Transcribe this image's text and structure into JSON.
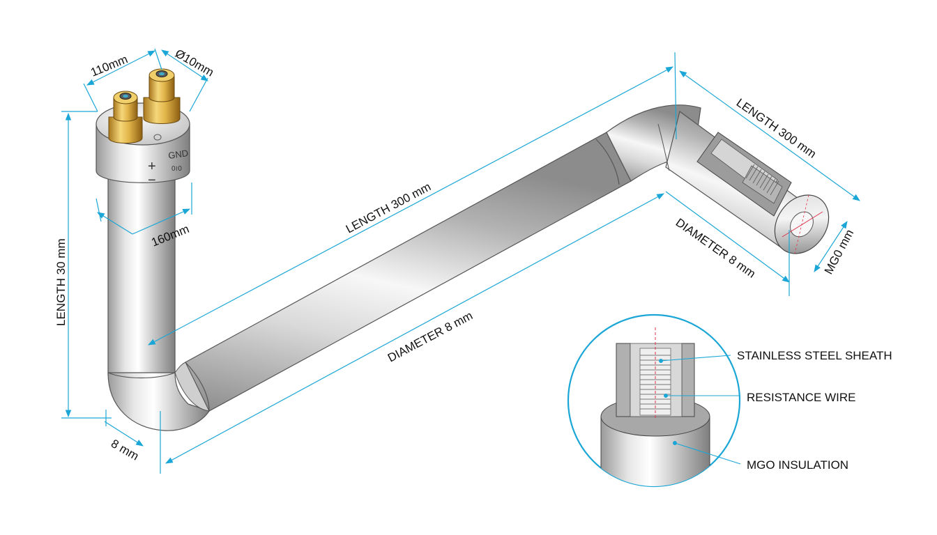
{
  "colors": {
    "dimension": "#1aa6d6",
    "steel_light": "#f2f2f2",
    "steel_mid": "#c4c4c4",
    "steel_dark": "#8a8a8a",
    "brass_light": "#f5d77a",
    "brass_dark": "#a9771d",
    "marker": "#e0304a",
    "outline": "#333333"
  },
  "terminal": {
    "plus": "+",
    "minus": "−",
    "gnd": "GND",
    "small_mark": "0≀0"
  },
  "dimensions": {
    "terminal_spacing": "110mm",
    "terminal_dia": "Ø10mm",
    "head_width": "160mm",
    "vertical_length": "LENGTH 30 mm",
    "bottom_width": "8 mm",
    "long_length": "LENGTH 300 mm",
    "long_diameter": "DIAMETER 8 mm",
    "end_length": "LENGTH 300 mm",
    "end_diameter": "DIAMETER 8 mm",
    "end_mgo": "MG0 mm"
  },
  "callouts": {
    "sheath": "STAINLESS STEEL SHEATH",
    "wire": "RESISTANCE WIRE",
    "insulation": "MGO INSULATION"
  },
  "icons": {
    "arrow": "arrowhead-icon",
    "terminal": "terminal-nut-icon"
  }
}
